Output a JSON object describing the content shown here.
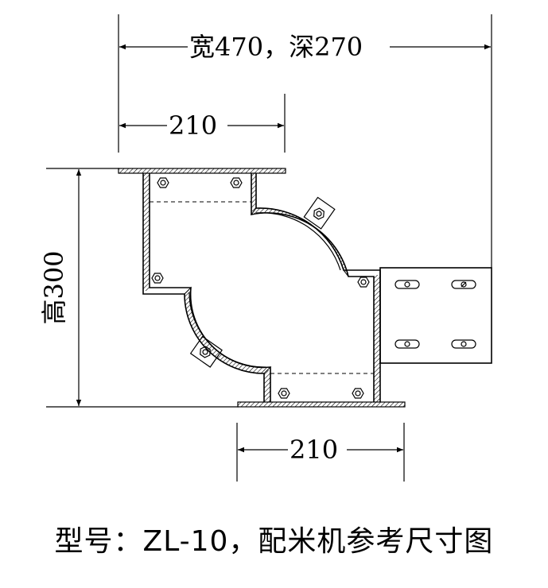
{
  "dimensions": {
    "top": "宽470，深270",
    "upper": "210",
    "height": "高300",
    "lower": "210"
  },
  "caption": "型号：ZL-10，配米机参考尺寸图"
}
